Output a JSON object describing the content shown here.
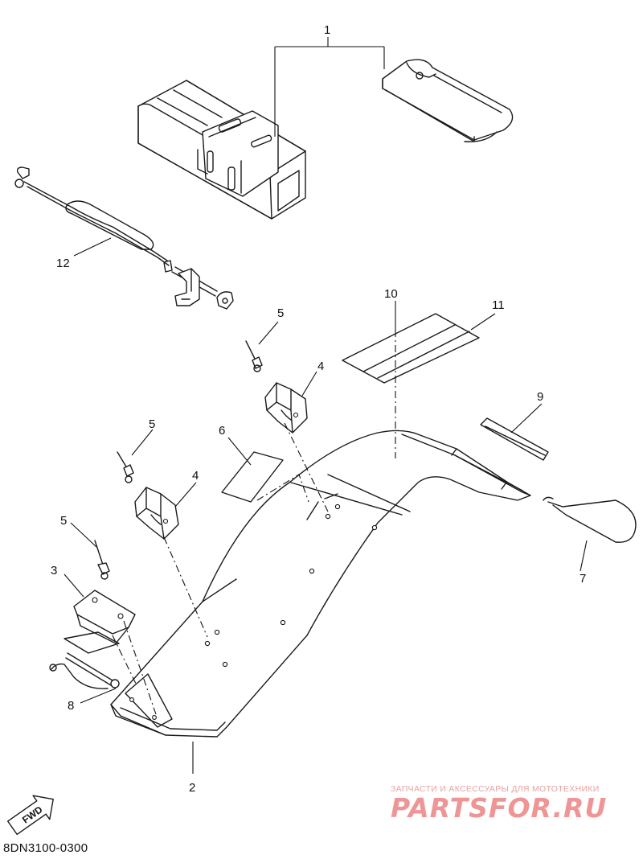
{
  "callouts": [
    "1",
    "2",
    "3",
    "4",
    "4",
    "5",
    "5",
    "5",
    "6",
    "7",
    "8",
    "9",
    "10",
    "11",
    "12"
  ],
  "fwd_label": "FWD",
  "drawing_code": "8DN3100-0300",
  "watermark": {
    "caption": "ЗАПЧАСТИ И АКСЕССУАРЫ ДЛЯ МОТОТЕХНИКИ",
    "logo": "PARTSFOR.RU"
  }
}
